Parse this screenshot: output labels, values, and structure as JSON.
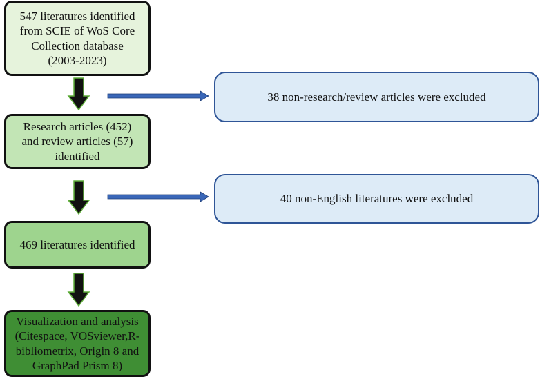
{
  "flow": {
    "steps": [
      {
        "text": "547 literatures identified\nfrom SCIE of WoS Core\nCollection database\n(2003-2023)",
        "color": "#e6f3dc"
      },
      {
        "text": "Research articles (452)\nand review articles (57)\nidentified",
        "color": "#c2e5b5"
      },
      {
        "text": "469 literatures identified",
        "color": "#9ed48e"
      },
      {
        "text": "Visualization and analysis\n(Citespace, VOSviewer,R-\nbibliometrix, Origin 8 and\nGraphPad Prism 8)",
        "color": "#3f8e34"
      }
    ],
    "exclusions": [
      {
        "text": "38 non-research/review articles were excluded"
      },
      {
        "text": "40 non-English literatures were excluded"
      }
    ]
  },
  "colors": {
    "exclusion_fill": "#ddebf7",
    "exclusion_border": "#2f5597",
    "side_arrow": "#3a67b8",
    "down_arrow_fill": "#111111",
    "down_arrow_outline": "#5fae3a"
  }
}
